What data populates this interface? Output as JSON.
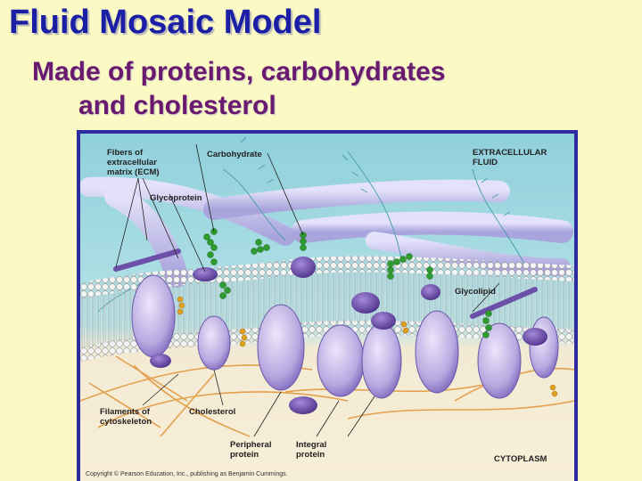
{
  "slide": {
    "title": "Fluid Mosaic Model",
    "subtitle_line1": "Made of proteins, carbohydrates",
    "subtitle_line2": "and cholesterol"
  },
  "figure": {
    "labels": {
      "fibers_l1": "Fibers of",
      "fibers_l2": "extracellular",
      "fibers_l3": "matrix (ECM)",
      "carbohydrate": "Carbohydrate",
      "glycoprotein": "Glycoprotein",
      "extracellular_l1": "EXTRACELLULAR",
      "extracellular_l2": "FLUID",
      "glycolipid": "Glycolipid",
      "filaments_l1": "Filaments of",
      "filaments_l2": "cytoskeleton",
      "cholesterol": "Cholesterol",
      "peripheral_l1": "Peripheral",
      "peripheral_l2": "protein",
      "integral_l1": "Integral",
      "integral_l2": "protein",
      "cytoplasm": "CYTOPLASM"
    },
    "copyright": "Copyright © Pearson Education, Inc., publishing as Benjamin Cummings.",
    "colors": {
      "extracellular": "#a9dbe2",
      "cytoplasm": "#f7ecd6",
      "protein": "#c4b8e6",
      "protein_dark": "#6b4fa8",
      "carbohydrate": "#2f9a2f",
      "cholesterol": "#e0a020",
      "fiber": "#c9c6ee",
      "filament": "#e2a050",
      "frame": "#2c2ca0"
    }
  }
}
